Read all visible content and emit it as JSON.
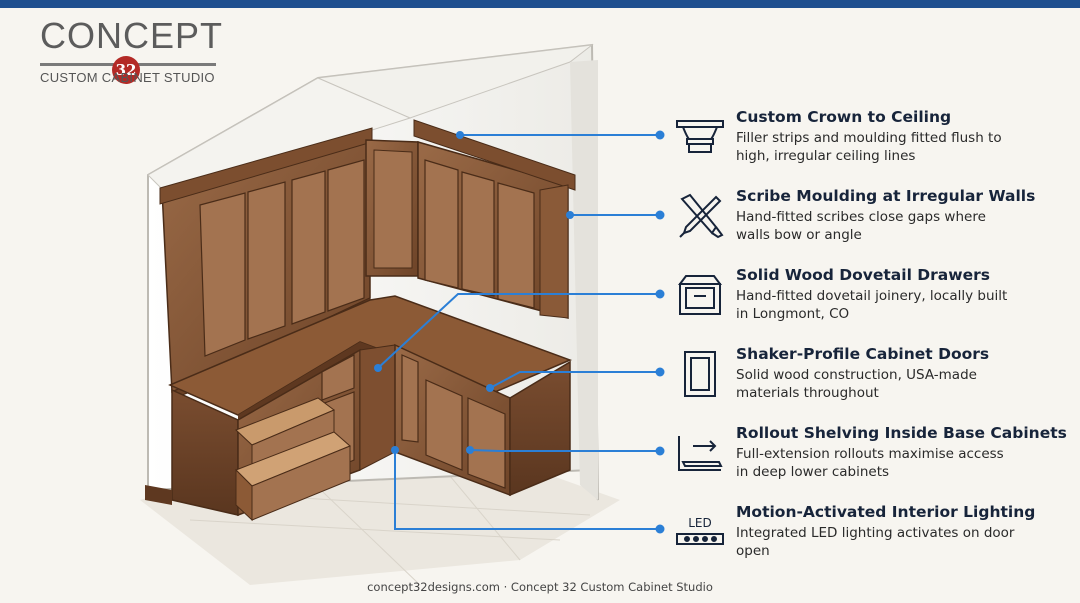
{
  "brand": {
    "name": "CONCEPT",
    "seal_number": "32",
    "tagline": "CUSTOM CABINET STUDIO"
  },
  "colors": {
    "accent": "#1f4f8f",
    "callout_line": "#2b7fd6",
    "wood": "#8a5a3a",
    "seal": "#b32a26"
  },
  "callouts": [
    {
      "icon": "crown-moulding-icon",
      "title": "Custom Crown to Ceiling",
      "desc": "Filler strips and moulding fitted flush to high, irregular ceiling lines"
    },
    {
      "icon": "chisel-pencil-icon",
      "title": "Scribe Moulding at Irregular Walls",
      "desc": "Hand-fitted scribes close gaps where walls bow or angle"
    },
    {
      "icon": "drawer-icon",
      "title": "Solid Wood Dovetail Drawers",
      "desc": "Hand-fitted dovetail joinery, locally built in Longmont, CO"
    },
    {
      "icon": "cabinet-door-icon",
      "title": "Shaker-Profile Cabinet Doors",
      "desc": "Solid wood construction, USA-made materials throughout"
    },
    {
      "icon": "rollout-shelf-icon",
      "title": "Rollout Shelving Inside Base Cabinets",
      "desc": "Full-extension rollouts maximise access in deep lower cabinets"
    },
    {
      "icon": "led-light-icon",
      "led_label": "LED",
      "title": "Motion-Activated Interior Lighting",
      "desc": "Integrated LED lighting activates on door open"
    }
  ],
  "footer": "concept32designs.com · Concept 32 Custom Cabinet Studio"
}
